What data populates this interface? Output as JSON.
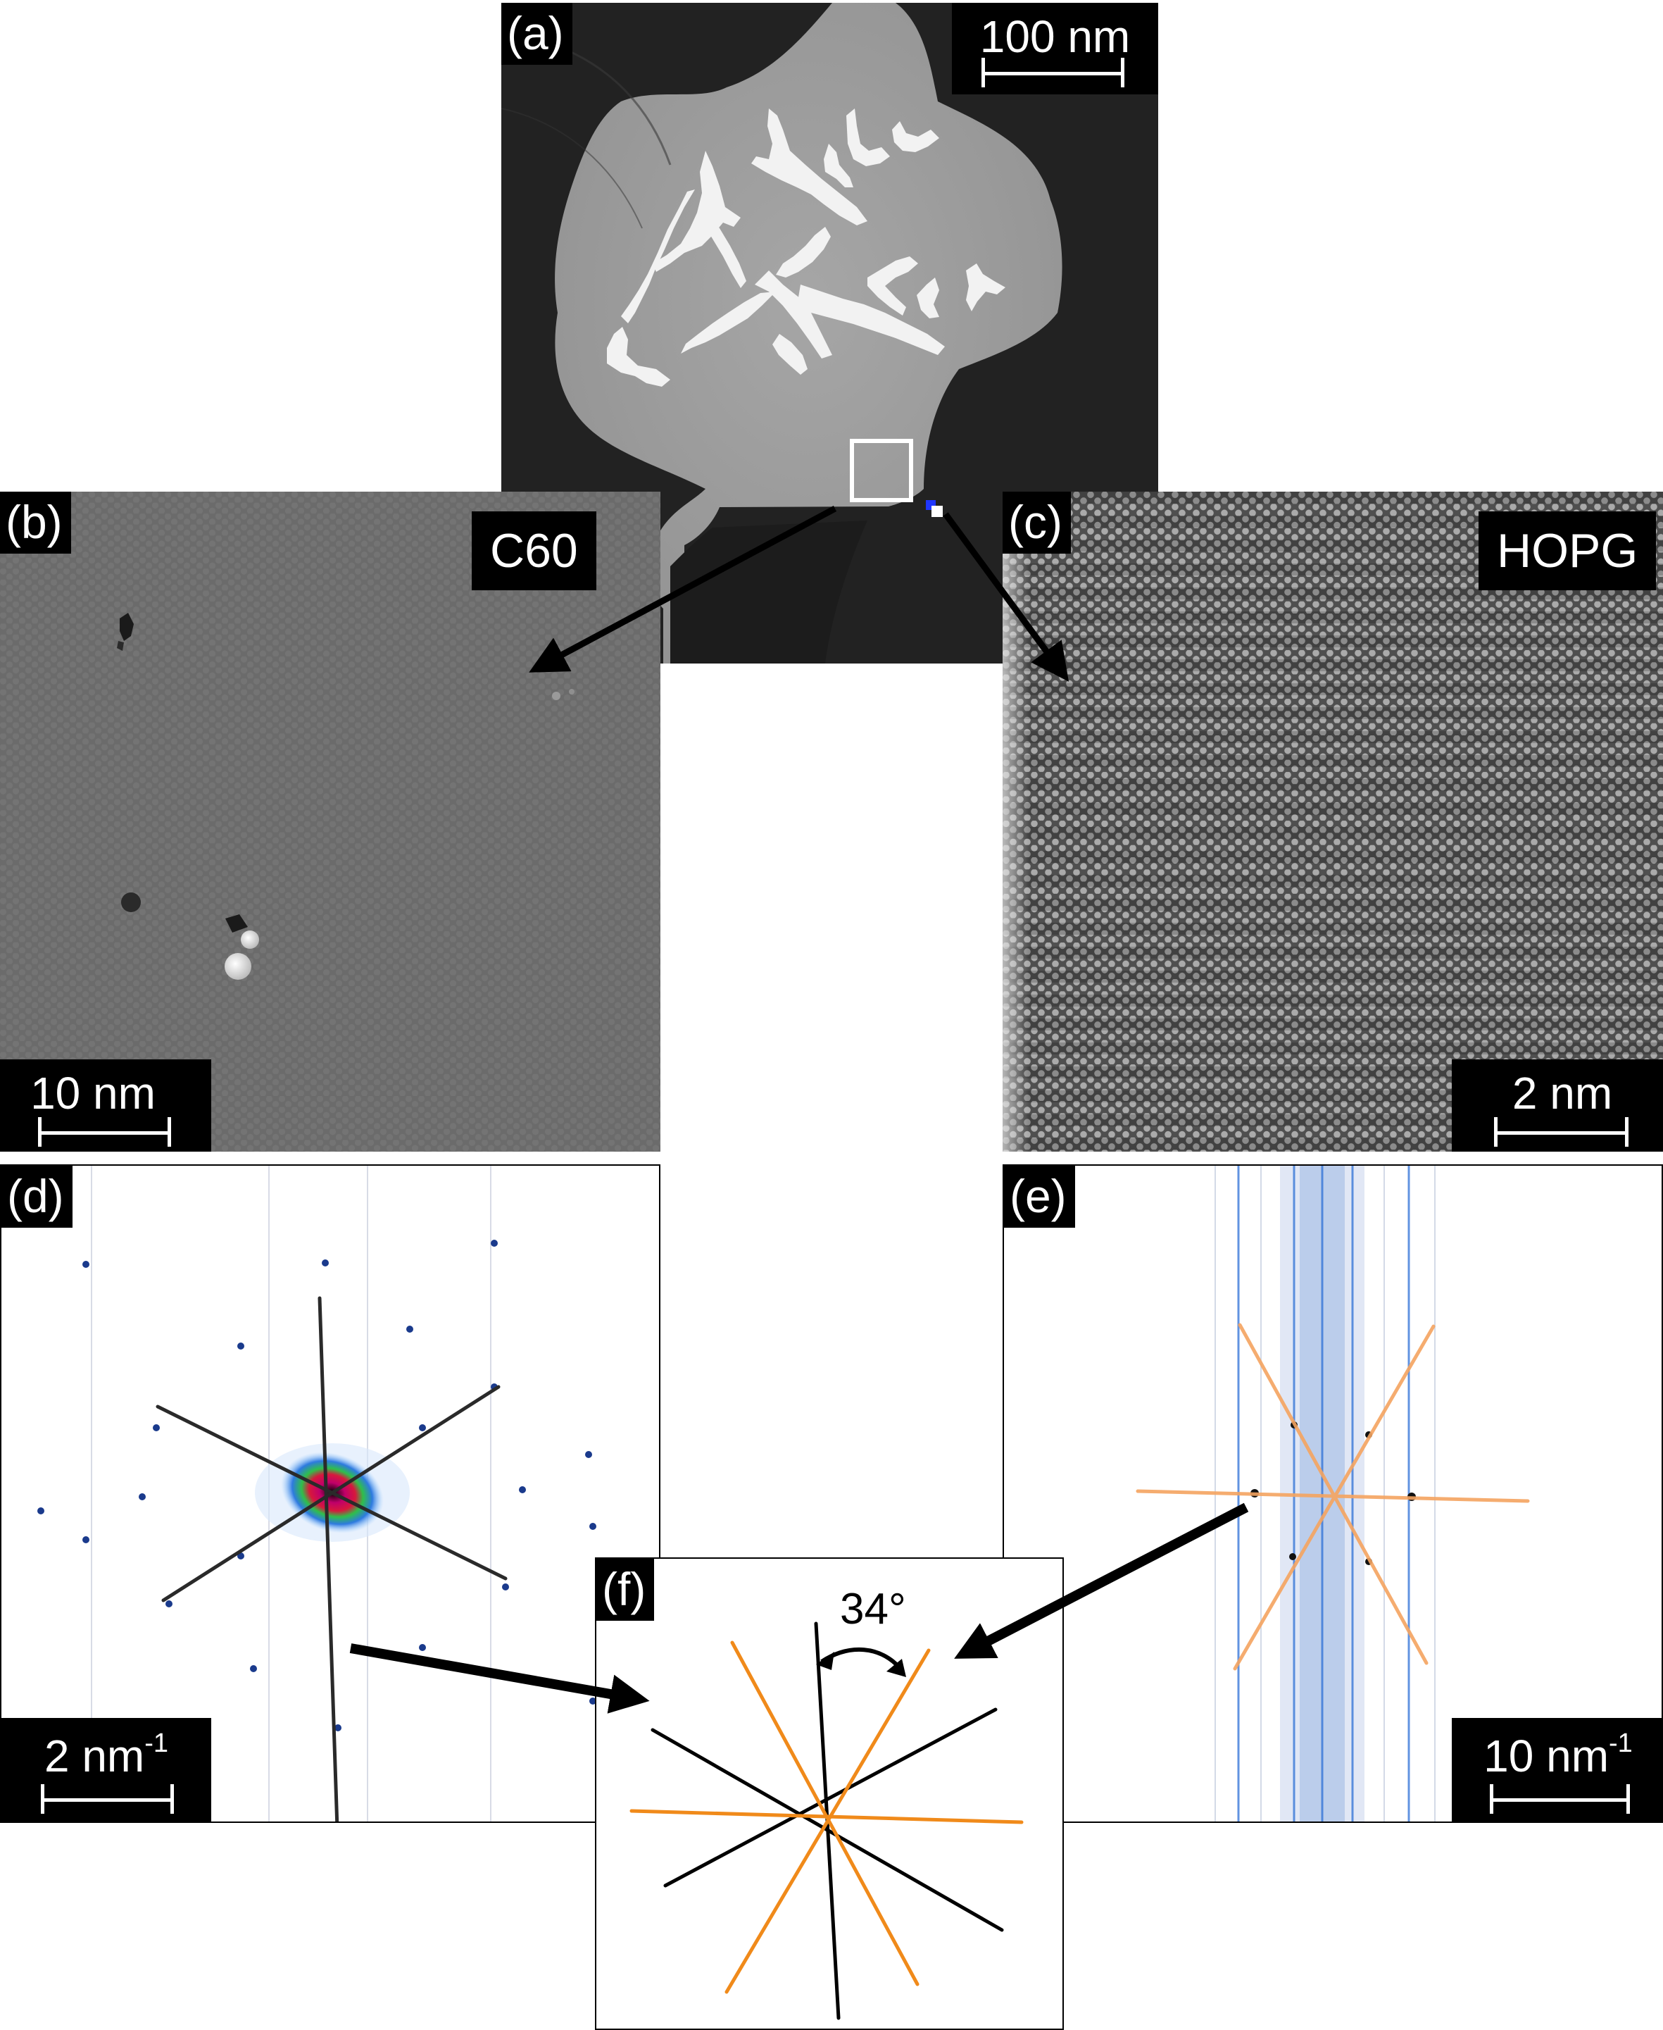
{
  "panels": {
    "a": {
      "label": "(a)",
      "scale": "100 nm"
    },
    "b": {
      "label": "(b)",
      "material": "C60",
      "scale": "10 nm"
    },
    "c": {
      "label": "(c)",
      "material": "HOPG",
      "scale": "2 nm"
    },
    "d": {
      "label": "(d)",
      "scale_value": "2 nm",
      "scale_exp": "-1"
    },
    "e": {
      "label": "(e)",
      "scale_value": "10 nm",
      "scale_exp": "-1"
    },
    "f": {
      "label": "(f)",
      "angle": "34°"
    }
  },
  "colors": {
    "c60_lines": "#000000",
    "hopg_lines": "#f08a1a",
    "hopg_lines_fft": "#f5a460",
    "arrow": "#000000"
  }
}
